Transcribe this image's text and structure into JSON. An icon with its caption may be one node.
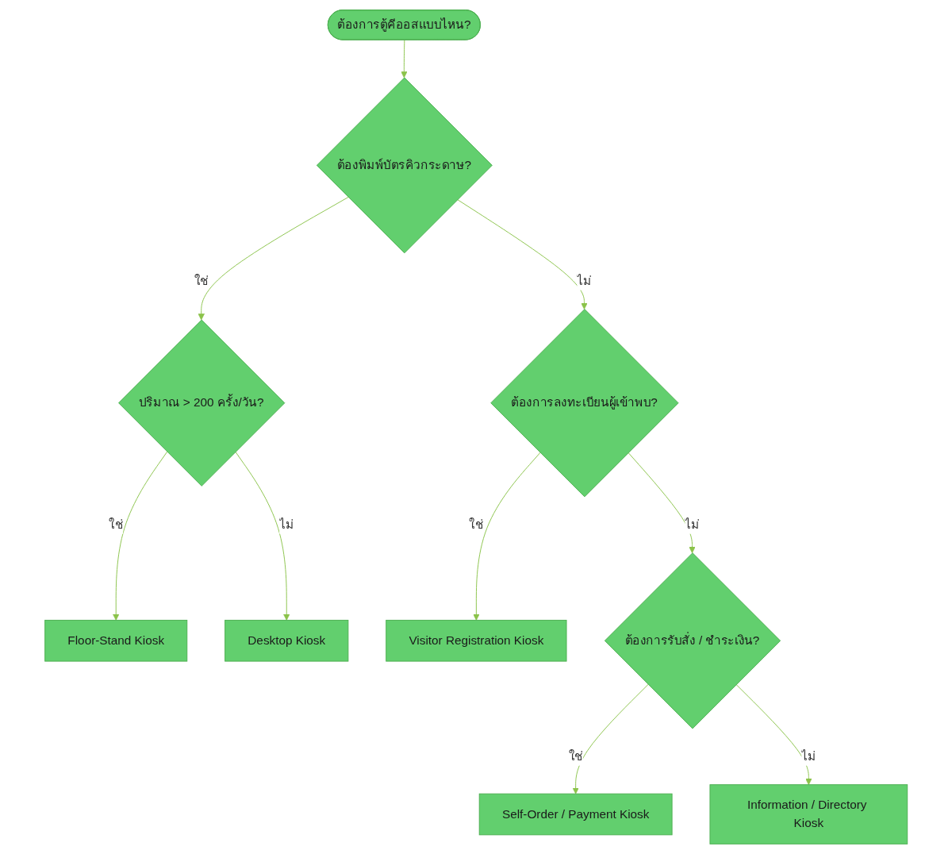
{
  "diagram": {
    "nodes": [
      {
        "text": [
          "ต้องการตู้คีออสแบบไหน?"
        ]
      },
      {
        "text": [
          "ต้องพิมพ์บัตรคิวกระดาษ?"
        ]
      },
      {
        "text": [
          "ปริมาณ > 200 ครั้ง/วัน?"
        ]
      },
      {
        "text": [
          "ต้องการลงทะเบียนผู้เข้าพบ?"
        ]
      },
      {
        "text": [
          "Floor-Stand Kiosk"
        ]
      },
      {
        "text": [
          "Desktop Kiosk"
        ]
      },
      {
        "text": [
          "Visitor Registration Kiosk"
        ]
      },
      {
        "text": [
          "ต้องการรับสั่ง / ชำระเงิน?"
        ]
      },
      {
        "text": [
          "Self-Order / Payment Kiosk"
        ]
      },
      {
        "text": [
          "Information / Directory Kiosk"
        ]
      }
    ],
    "edges": [
      {
        "from": 0,
        "to": 1,
        "arrow": "to"
      },
      {
        "from": 1,
        "to": 2,
        "label": "ใช่",
        "arrow": "to"
      },
      {
        "from": 1,
        "to": 3,
        "label": "ไม่",
        "arrow": "to"
      },
      {
        "from": 2,
        "to": 4,
        "label": "ใช่",
        "arrow": "to"
      },
      {
        "from": 2,
        "to": 5,
        "label": "ไม่",
        "arrow": "to"
      },
      {
        "from": 3,
        "to": 6,
        "label": "ใช่",
        "arrow": "to"
      },
      {
        "from": 3,
        "to": 7,
        "label": "ไม่",
        "arrow": "to"
      },
      {
        "from": 7,
        "to": 8,
        "label": "ใช่",
        "arrow": "to"
      },
      {
        "from": 7,
        "to": 9,
        "label": "ไม่",
        "arrow": "to"
      }
    ]
  }
}
